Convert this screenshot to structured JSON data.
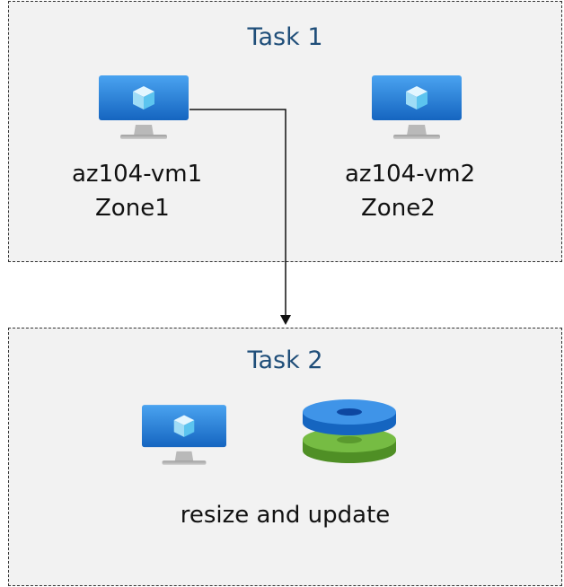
{
  "task1": {
    "title": "Task 1",
    "vms": [
      {
        "name": "az104-vm1",
        "zone": "Zone1",
        "icon": "virtual-machine-icon"
      },
      {
        "name": "az104-vm2",
        "zone": "Zone2",
        "icon": "virtual-machine-icon"
      }
    ]
  },
  "task2": {
    "title": "Task 2",
    "caption": "resize and update",
    "icons": [
      "virtual-machine-icon",
      "managed-disk-icon"
    ]
  },
  "colors": {
    "title": "#1f4e79",
    "vm_screen": "#1e88e5",
    "disk_top": "#1976d2",
    "disk_bottom": "#6db33f",
    "box_fill": "#f2f2f2"
  }
}
